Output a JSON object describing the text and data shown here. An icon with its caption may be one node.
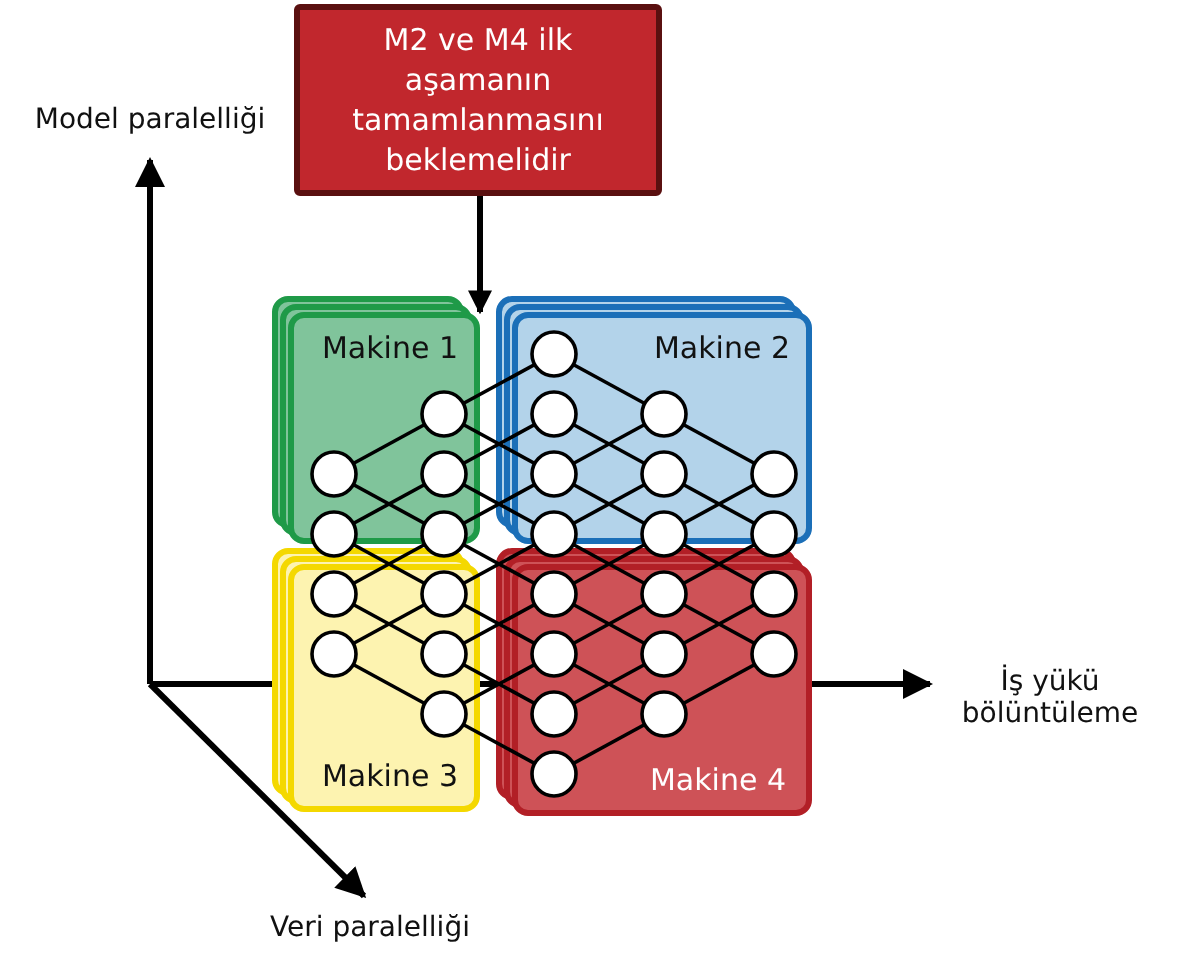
{
  "diagram": {
    "nodes": [
      {
        "text": [
          "M2 ve M4 ilk aşamanın tamamlanmasını beklemelidir"
        ]
      },
      {
        "text": [
          "Makine 1"
        ]
      },
      {
        "text": [
          "Makine 2"
        ]
      },
      {
        "text": [
          "Makine 3"
        ]
      },
      {
        "text": [
          "Makine 4"
        ]
      }
    ],
    "edges": [
      {
        "from": 0,
        "to": 1,
        "arrow": "to"
      }
    ],
    "labels": [
      "Model paralelliği",
      "İş yükü bölüntüleme",
      "Veri paralelliği"
    ]
  }
}
